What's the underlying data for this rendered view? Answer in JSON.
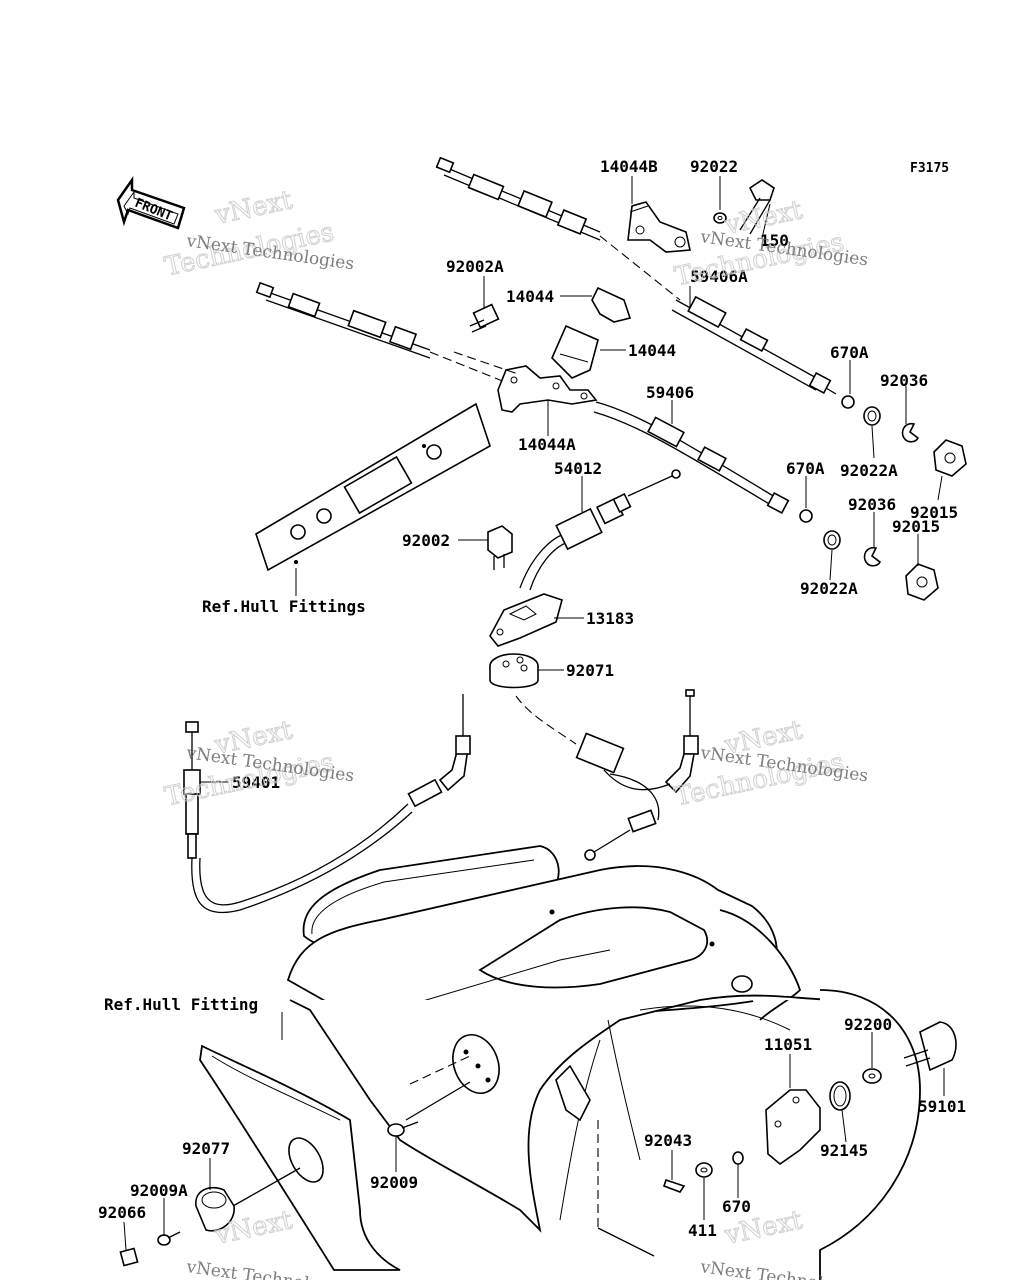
{
  "figure_code": "F3175",
  "front_label": "FRONT",
  "watermark": {
    "line1": "vNext",
    "line2": "Technologies",
    "small": "vNext Technologies"
  },
  "callouts": [
    {
      "id": "c-14044b",
      "text": "14044B"
    },
    {
      "id": "c-92022",
      "text": "92022"
    },
    {
      "id": "c-150",
      "text": "150"
    },
    {
      "id": "c-92002a",
      "text": "92002A"
    },
    {
      "id": "c-14044-top",
      "text": "14044"
    },
    {
      "id": "c-59406a",
      "text": "59406A"
    },
    {
      "id": "c-14044-mid",
      "text": "14044"
    },
    {
      "id": "c-670a-top",
      "text": "670A"
    },
    {
      "id": "c-92036-top",
      "text": "92036"
    },
    {
      "id": "c-59406",
      "text": "59406"
    },
    {
      "id": "c-14044a",
      "text": "14044A"
    },
    {
      "id": "c-92022a-top",
      "text": "92022A"
    },
    {
      "id": "c-670a-bot",
      "text": "670A"
    },
    {
      "id": "c-54012",
      "text": "54012"
    },
    {
      "id": "c-92015-top",
      "text": "92015"
    },
    {
      "id": "c-92036-bot",
      "text": "92036"
    },
    {
      "id": "c-92015-bot",
      "text": "92015"
    },
    {
      "id": "c-92002",
      "text": "92002"
    },
    {
      "id": "c-92022a-bot",
      "text": "92022A"
    },
    {
      "id": "c-ref-hull-fittings",
      "text": "Ref.Hull Fittings"
    },
    {
      "id": "c-13183",
      "text": "13183"
    },
    {
      "id": "c-92071",
      "text": "92071"
    },
    {
      "id": "c-59401",
      "text": "59401"
    },
    {
      "id": "c-ref-hull-fitting",
      "text": "Ref.Hull Fitting"
    },
    {
      "id": "c-92200",
      "text": "92200"
    },
    {
      "id": "c-11051",
      "text": "11051"
    },
    {
      "id": "c-59101",
      "text": "59101"
    },
    {
      "id": "c-92145",
      "text": "92145"
    },
    {
      "id": "c-92077",
      "text": "92077"
    },
    {
      "id": "c-92043",
      "text": "92043"
    },
    {
      "id": "c-92009",
      "text": "92009"
    },
    {
      "id": "c-92009a",
      "text": "92009A"
    },
    {
      "id": "c-670",
      "text": "670"
    },
    {
      "id": "c-411",
      "text": "411"
    },
    {
      "id": "c-92066",
      "text": "92066"
    }
  ]
}
